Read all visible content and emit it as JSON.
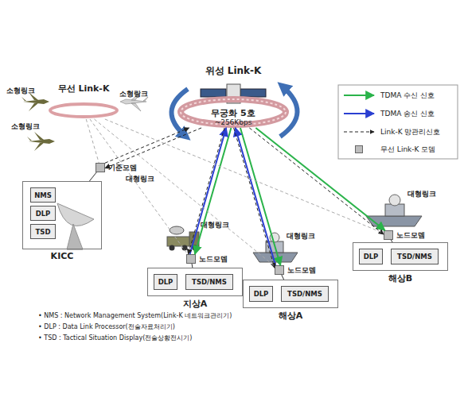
{
  "diagram": {
    "nodes": [
      {
        "text": [
          "무선 Link-K"
        ]
      },
      {
        "text": [
          "위성 Link-K",
          "무궁화 5호",
          "~256Kbps"
        ]
      },
      {
        "text": [
          "기준모뎀"
        ]
      },
      {
        "text": [
          "KICC"
        ]
      },
      {
        "text": [
          "NMS"
        ],
        "in": 3
      },
      {
        "text": [
          "DLP"
        ],
        "in": 3
      },
      {
        "text": [
          "TSD"
        ],
        "in": 3
      },
      {
        "text": [
          "노드모뎀"
        ]
      },
      {
        "text": [
          "지상A"
        ]
      },
      {
        "text": [
          "DLP"
        ],
        "in": 8
      },
      {
        "text": [
          "TSD/NMS"
        ],
        "in": 8
      },
      {
        "text": [
          "노드모뎀"
        ]
      },
      {
        "text": [
          "해상A"
        ]
      },
      {
        "text": [
          "DLP"
        ],
        "in": 12
      },
      {
        "text": [
          "TSD/NMS"
        ],
        "in": 12
      },
      {
        "text": [
          "노드모뎀"
        ]
      },
      {
        "text": [
          "해상B"
        ]
      },
      {
        "text": [
          "DLP"
        ],
        "in": 16
      },
      {
        "text": [
          "TSD/NMS"
        ],
        "in": 16
      }
    ],
    "edges": [
      {
        "from": 1,
        "to": 7,
        "arrow": "to"
      },
      {
        "from": 7,
        "to": 1,
        "arrow": "to"
      },
      {
        "from": 1,
        "to": 11,
        "arrow": "to"
      },
      {
        "from": 11,
        "to": 1,
        "arrow": "to"
      },
      {
        "from": 1,
        "to": 15,
        "arrow": "to"
      },
      {
        "from": 1,
        "to": 2,
        "arrow": "to"
      },
      {
        "from": 2,
        "to": 1,
        "arrow": "to"
      },
      {
        "from": 1,
        "to": 7,
        "arrow": "to"
      },
      {
        "from": 1,
        "to": 11,
        "arrow": "to"
      },
      {
        "from": 1,
        "to": 15,
        "arrow": "to"
      },
      {
        "from": 0,
        "to": 2,
        "arrow": "none"
      },
      {
        "from": 0,
        "to": 7,
        "arrow": "none"
      },
      {
        "from": 0,
        "to": 11,
        "arrow": "none"
      },
      {
        "from": 0,
        "to": 15,
        "arrow": "none"
      },
      {
        "from": 2,
        "to": 3,
        "arrow": "none"
      },
      {
        "from": 7,
        "to": 8,
        "arrow": "none"
      },
      {
        "from": 11,
        "to": 12,
        "arrow": "none"
      },
      {
        "from": 15,
        "to": 16,
        "arrow": "none"
      }
    ],
    "labels": [
      "소형링크",
      "소형링크",
      "소형링크",
      "대형링크",
      "대형링크",
      "대형링크",
      "대형링크",
      "• NMS : Network Management System(Link-K 네트워크관리기)",
      "• DLP : Data Link Processor(전술자료처리기)",
      "• TSD : Tactical Situation Display(전술상황전시기)"
    ],
    "legend": [
      {
        "text": "TDMA 수신 신호"
      },
      {
        "text": "TDMA 송신 신호"
      },
      {
        "text": "Link-K 망관리신호"
      },
      {
        "text": "무선 Link-K 모뎀",
        "color": "#bdbdbd"
      }
    ]
  }
}
